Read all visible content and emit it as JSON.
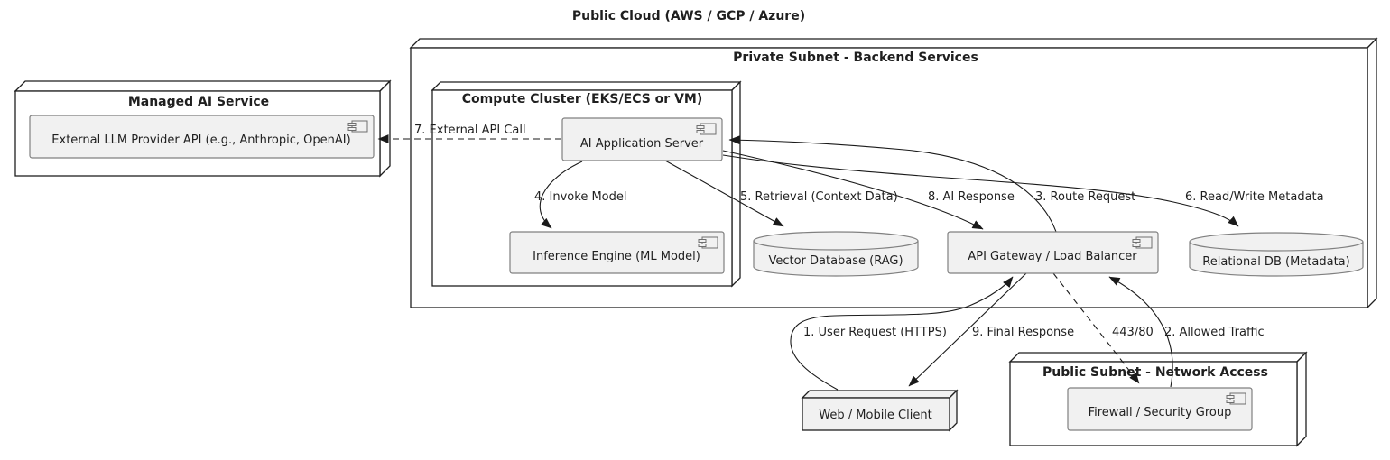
{
  "diagram": {
    "title": "Public Cloud (AWS / GCP / Azure)",
    "colors": {
      "background": "#ffffff",
      "node_fill": "#ffffff",
      "leaf_node_fill": "#f1f1f1",
      "component_fill": "#f1f1f1",
      "component_border": "#808080",
      "node_border": "#1f1f1f",
      "edge_color": "#1a1a1a",
      "text_color": "#1f1f1f"
    },
    "nodes": {
      "private_subnet": {
        "title": "Private Subnet - Backend Services"
      },
      "managed_ai": {
        "title": "Managed AI Service"
      },
      "compute_cluster": {
        "title": "Compute Cluster (EKS/ECS or VM)"
      },
      "public_subnet": {
        "title": "Public Subnet - Network Access"
      },
      "web_client": {
        "title": "Web / Mobile Client"
      }
    },
    "components": {
      "llm_api": {
        "label": "External LLM Provider API (e.g., Anthropic, OpenAI)",
        "icon": "uml-component-icon"
      },
      "ai_app": {
        "label": "AI Application Server",
        "icon": "uml-component-icon"
      },
      "inference": {
        "label": "Inference Engine (ML Model)",
        "icon": "uml-component-icon"
      },
      "api_gateway": {
        "label": "API Gateway / Load Balancer",
        "icon": "uml-component-icon"
      },
      "firewall": {
        "label": "Firewall / Security Group",
        "icon": "uml-component-icon"
      }
    },
    "databases": {
      "vector_db": {
        "label": "Vector Database (RAG)",
        "icon": "database-cylinder-icon"
      },
      "relational_db": {
        "label": "Relational DB (Metadata)",
        "icon": "database-cylinder-icon"
      }
    },
    "edges": {
      "user_request": {
        "label": "1. User Request (HTTPS)",
        "from": "Web / Mobile Client",
        "to": "API Gateway / Load Balancer",
        "style": "solid"
      },
      "allowed_traffic": {
        "label": "2. Allowed Traffic",
        "from": "Firewall / Security Group",
        "to": "API Gateway / Load Balancer",
        "style": "solid"
      },
      "route_request": {
        "label": "3. Route Request",
        "from": "API Gateway / Load Balancer",
        "to": "AI Application Server",
        "style": "solid"
      },
      "invoke_model": {
        "label": "4. Invoke Model",
        "from": "AI Application Server",
        "to": "Inference Engine (ML Model)",
        "style": "solid"
      },
      "retrieval": {
        "label": "5. Retrieval (Context Data)",
        "from": "AI Application Server",
        "to": "Vector Database (RAG)",
        "style": "solid"
      },
      "metadata": {
        "label": "6. Read/Write Metadata",
        "from": "AI Application Server",
        "to": "Relational DB (Metadata)",
        "style": "solid"
      },
      "external_api": {
        "label": "7. External API Call",
        "from": "AI Application Server",
        "to": "External LLM Provider API (e.g., Anthropic, OpenAI)",
        "style": "dashed"
      },
      "ai_response": {
        "label": "8. AI Response",
        "from": "AI Application Server",
        "to": "API Gateway / Load Balancer",
        "style": "solid"
      },
      "final_response": {
        "label": "9. Final Response",
        "from": "API Gateway / Load Balancer",
        "to": "Web / Mobile Client",
        "style": "solid"
      },
      "ports": {
        "label": "443/80",
        "from": "API Gateway / Load Balancer",
        "to": "Firewall / Security Group",
        "style": "dashed"
      }
    }
  }
}
